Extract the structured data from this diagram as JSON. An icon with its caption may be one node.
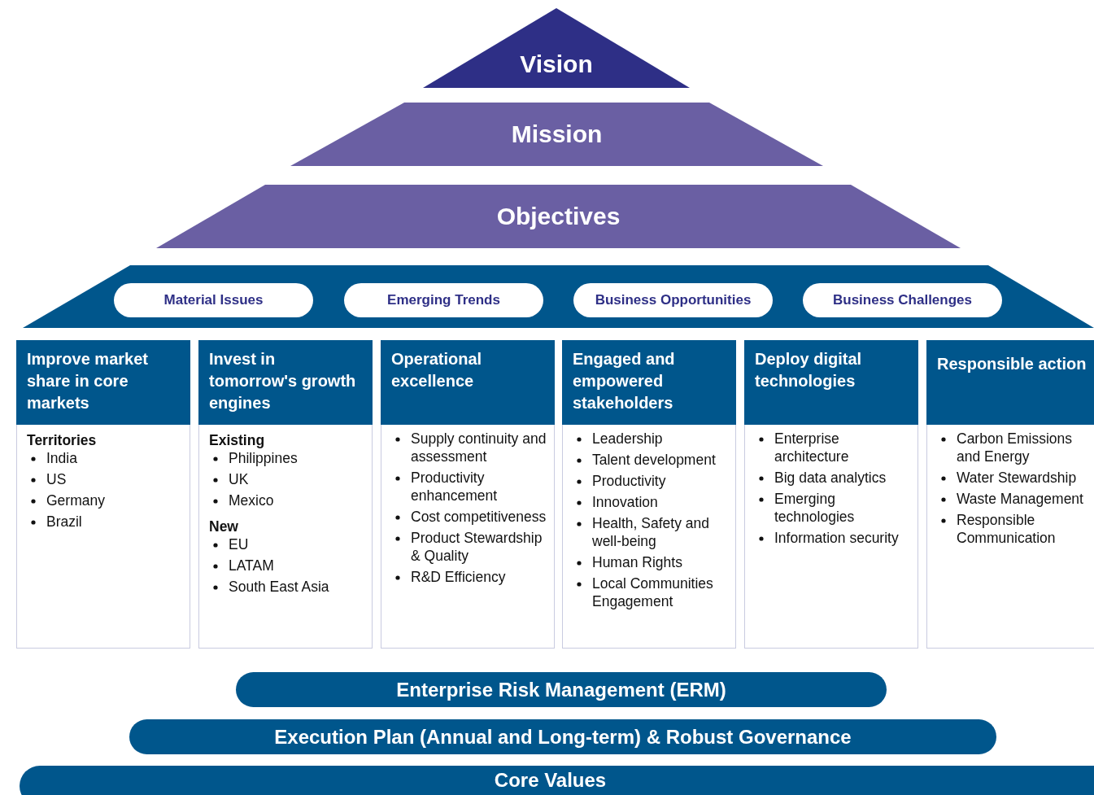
{
  "diagram": {
    "nodes": [
      {
        "text": [
          "Vision"
        ]
      },
      {
        "text": [
          "Mission"
        ]
      },
      {
        "text": [
          "Objectives"
        ]
      },
      {
        "text": [],
        "shape": "band"
      },
      {
        "text": [
          "Material Issues"
        ],
        "in": 3
      },
      {
        "text": [
          "Emerging Trends"
        ],
        "in": 3
      },
      {
        "text": [
          "Business Opportunities"
        ],
        "in": 3
      },
      {
        "text": [
          "Business Challenges"
        ],
        "in": 3
      },
      {
        "text": [
          "Improve market share in core markets"
        ]
      },
      {
        "text": [
          "Territories",
          "India",
          "US",
          "Germany",
          "Brazil"
        ]
      },
      {
        "text": [
          "Invest in tomorrow's growth engines"
        ]
      },
      {
        "text": [
          "Existing",
          "Philippines",
          "UK",
          "Mexico",
          "New",
          "EU",
          "LATAM",
          "South East Asia"
        ]
      },
      {
        "text": [
          "Operational excellence"
        ]
      },
      {
        "text": [
          "Supply continuity and assessment",
          "Productivity enhancement",
          "Cost competitiveness",
          "Product Stewardship & Quality",
          "R&D Efficiency"
        ]
      },
      {
        "text": [
          "Engaged and empowered stakeholders"
        ]
      },
      {
        "text": [
          "Leadership",
          "Talent development",
          "Productivity",
          "Innovation",
          "Health, Safety and well-being",
          "Human Rights",
          "Local Communities Engagement"
        ]
      },
      {
        "text": [
          "Deploy digital technologies"
        ]
      },
      {
        "text": [
          "Enterprise architecture",
          "Big data analytics",
          "Emerging technologies",
          "Information security"
        ]
      },
      {
        "text": [
          "Responsible action"
        ]
      },
      {
        "text": [
          "Carbon Emissions and Energy",
          "Water Stewardship",
          "Waste Management",
          "Responsible Communication"
        ]
      },
      {
        "text": [
          "Enterprise Risk Management (ERM)"
        ]
      },
      {
        "text": [
          "Execution Plan (Annual and Long-term) & Robust Governance"
        ]
      },
      {
        "text": [
          "Core Values"
        ]
      }
    ]
  }
}
